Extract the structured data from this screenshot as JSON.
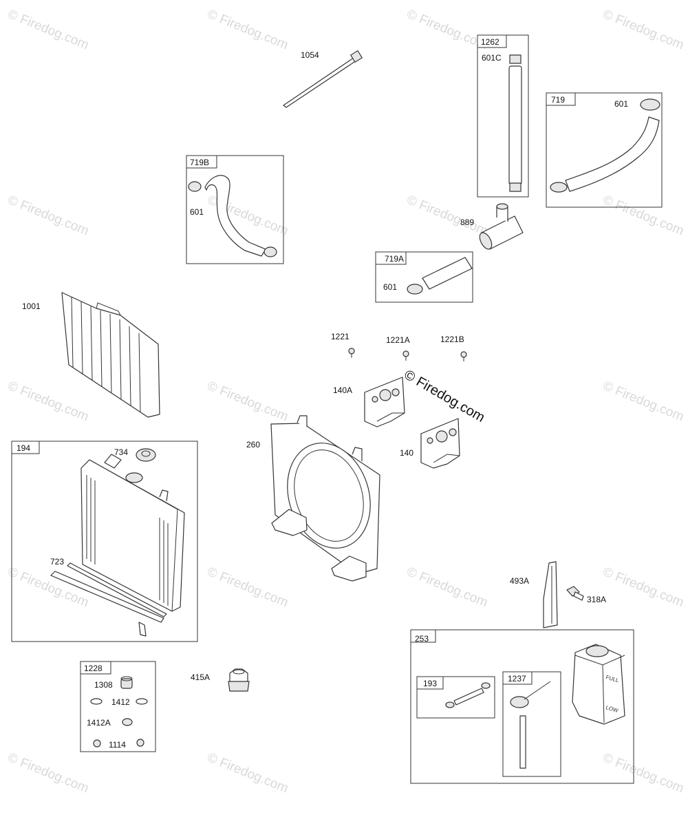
{
  "watermark": "© Firedog.com",
  "center_watermark": "© Firedog.com",
  "boxes": {
    "b1262": "1262",
    "b719": "719",
    "b719B": "719B",
    "b719A": "719A",
    "b194": "194",
    "b1228": "1228",
    "b253": "253",
    "b193": "193",
    "b1237": "1237"
  },
  "labels": {
    "p1054": "1054",
    "p601C": "601C",
    "p601_719": "601",
    "p601_719B": "601",
    "p889": "889",
    "p601_719A": "601",
    "p1001": "1001",
    "p1221": "1221",
    "p1221A": "1221A",
    "p1221B": "1221B",
    "p140A": "140A",
    "p140": "140",
    "p260": "260",
    "p734": "734",
    "p723": "723",
    "p493A": "493A",
    "p318A": "318A",
    "p415A": "415A",
    "p1308": "1308",
    "p1412": "1412",
    "p1412A": "1412A",
    "p1114": "1114"
  }
}
